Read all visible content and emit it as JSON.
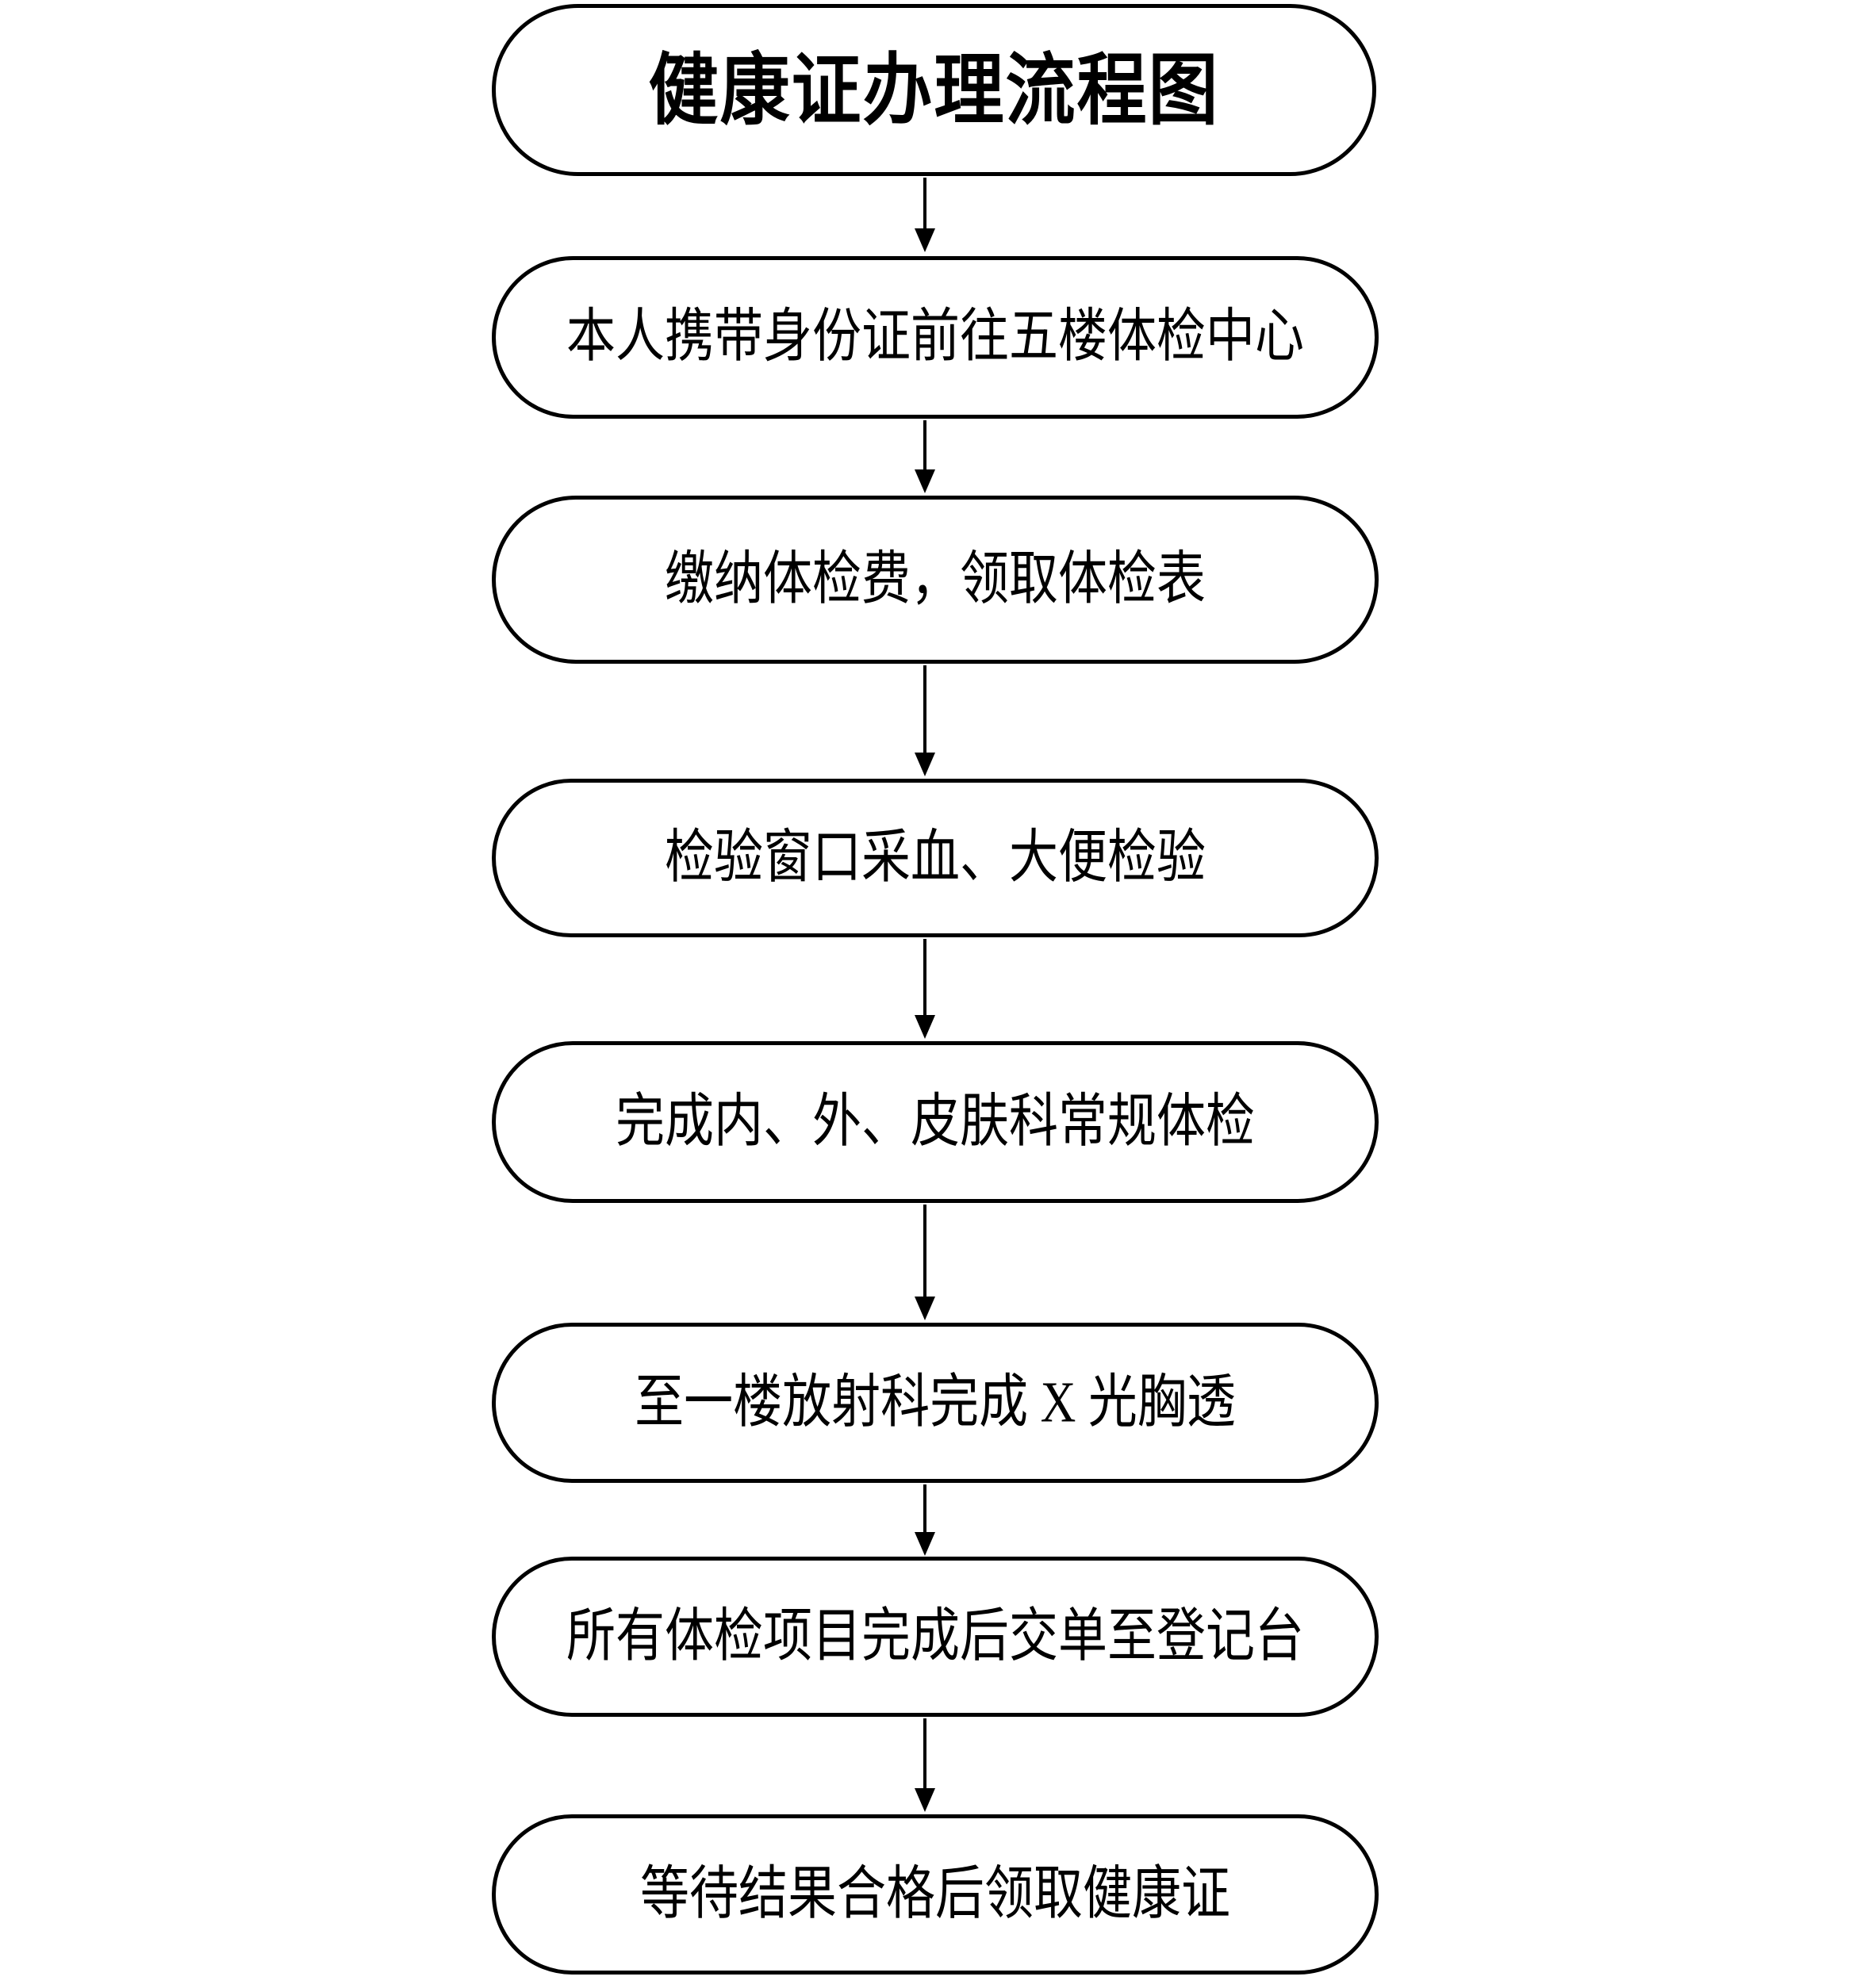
{
  "diagram": {
    "title": "健康证办理流程图",
    "orientation": "top-to-bottom",
    "node_shape": "stadium",
    "line_color": "#000000",
    "fill_color": "#ffffff",
    "connector": "arrow-down",
    "steps": [
      {
        "index": 1,
        "label": "本人携带身份证前往五楼体检中心"
      },
      {
        "index": 2,
        "label": "缴纳体检费，领取体检表"
      },
      {
        "index": 3,
        "label": "检验窗口采血、大便检验"
      },
      {
        "index": 4,
        "label": "完成内、外、皮肤科常规体检"
      },
      {
        "index": 5,
        "label": "至一楼放射科完成 X 光胸透"
      },
      {
        "index": 6,
        "label": "所有体检项目完成后交单至登记台"
      },
      {
        "index": 7,
        "label": "等待结果合格后领取健康证"
      }
    ]
  }
}
